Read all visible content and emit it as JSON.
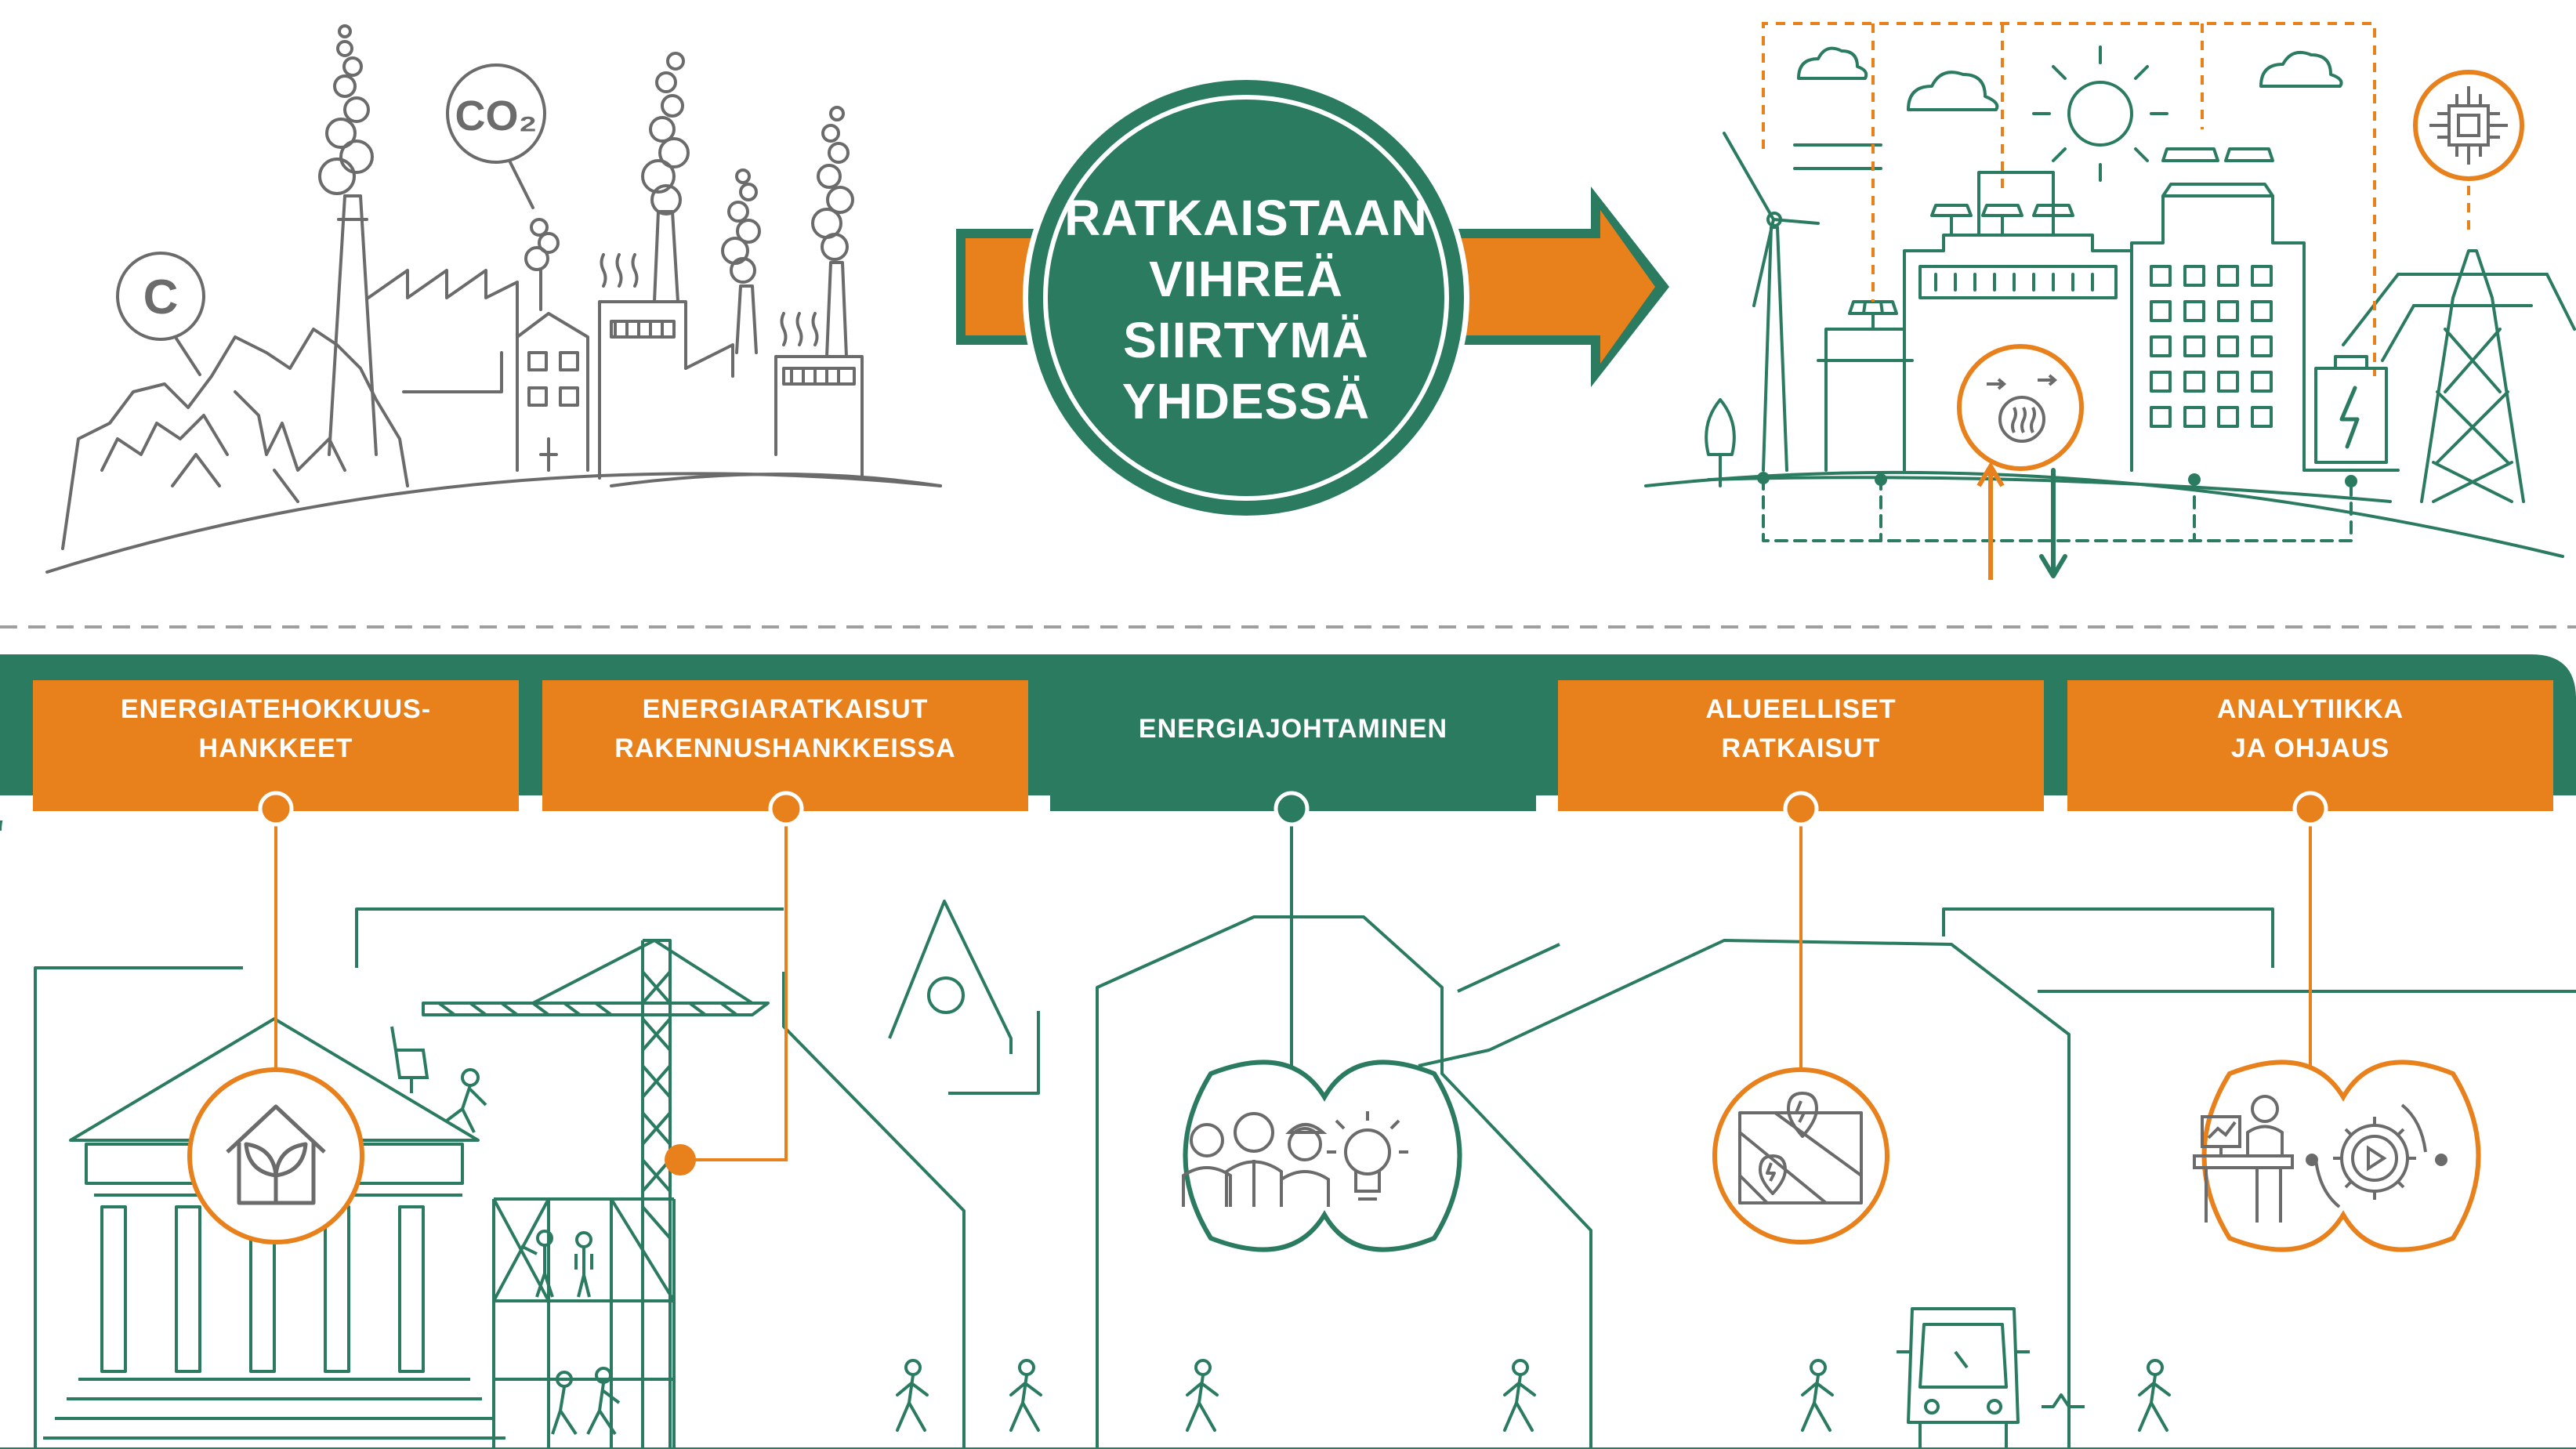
{
  "hero": {
    "title_lines": [
      "RATKAISTAAN",
      "VIHREÄ",
      "SIIRTYMÄ",
      "YHDESSÄ"
    ],
    "carbon_label": "C",
    "co2_label": "CO₂"
  },
  "tabs": [
    {
      "lines": [
        "ENERGIATEHOKKUUS-",
        "HANKKEET"
      ],
      "style": "orange"
    },
    {
      "lines": [
        "ENERGIARATKAISUT",
        "RAKENNUSHANKKEISSA"
      ],
      "style": "orange"
    },
    {
      "lines": [
        "ENERGIAJOHTAMINEN"
      ],
      "style": "green"
    },
    {
      "lines": [
        "ALUEELLISET",
        "RATKAISUT"
      ],
      "style": "orange"
    },
    {
      "lines": [
        "ANALYTIIKKA",
        "JA OHJAUS"
      ],
      "style": "orange"
    }
  ],
  "colors": {
    "green": "#2a7b5f",
    "orange": "#e8801c",
    "gray": "#6b6b6b",
    "white": "#ffffff"
  },
  "icons": [
    "factory-icon",
    "chimney-smoke-icon",
    "carbon-icon",
    "co2-icon",
    "wind-turbine-icon",
    "solar-panel-icon",
    "sun-icon",
    "cloud-icon",
    "chip-icon",
    "heat-pump-icon",
    "battery-icon",
    "power-pylon-icon",
    "house-leaf-icon",
    "people-icon",
    "lightbulb-icon",
    "map-icon",
    "analyst-icon",
    "gear-play-icon",
    "walking-person-icon",
    "bus-icon",
    "crane-icon",
    "museum-icon"
  ]
}
